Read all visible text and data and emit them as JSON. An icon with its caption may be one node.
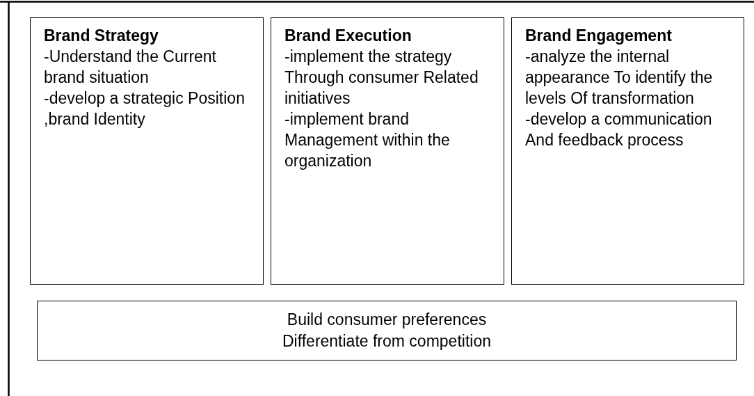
{
  "diagram": {
    "nodes": [
      {
        "text": [
          "Brand Strategy",
          "-Understand the Current brand situation",
          "-develop a strategic Position ,brand Identity"
        ]
      },
      {
        "text": [
          "Brand Execution",
          "-implement the strategy Through consumer Related initiatives",
          "-implement brand Management within the organization"
        ]
      },
      {
        "text": [
          "Brand Engagement",
          "-analyze the internal appearance To identify the levels Of transformation",
          "-develop a communication And feedback process"
        ]
      },
      {
        "text": [
          "Build consumer preferences",
          "Differentiate from competition"
        ]
      }
    ]
  }
}
